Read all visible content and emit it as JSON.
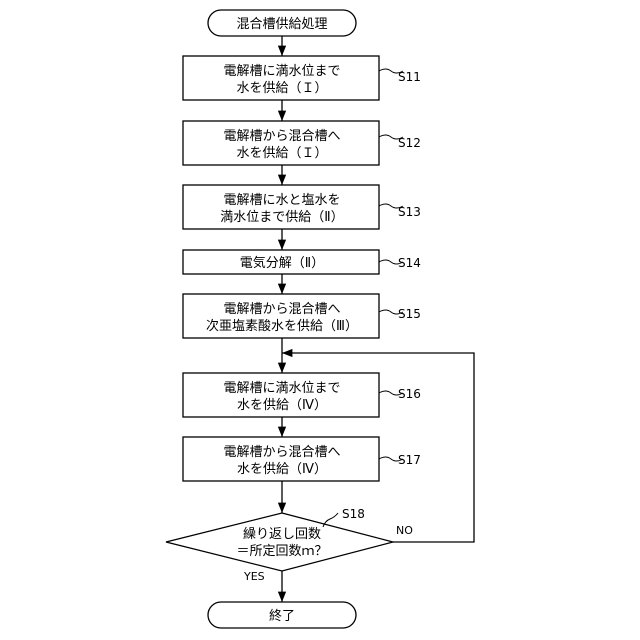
{
  "flowchart": {
    "start": "混合槽供給処理",
    "end": "終了",
    "steps": [
      {
        "id": "S11",
        "line1": "電解槽に満水位まで",
        "line2": "水を供給（Ｉ）"
      },
      {
        "id": "S12",
        "line1": "電解槽から混合槽へ",
        "line2": "水を供給（Ｉ）"
      },
      {
        "id": "S13",
        "line1": "電解槽に水と塩水を",
        "line2": "満水位まで供給（Ⅱ）"
      },
      {
        "id": "S14",
        "line1": "電気分解（Ⅱ）",
        "line2": ""
      },
      {
        "id": "S15",
        "line1": "電解槽から混合槽へ",
        "line2": "次亜塩素酸水を供給（Ⅲ）"
      },
      {
        "id": "S16",
        "line1": "電解槽に満水位まで",
        "line2": "水を供給（Ⅳ）"
      },
      {
        "id": "S17",
        "line1": "電解槽から混合槽へ",
        "line2": "水を供給（Ⅳ）"
      }
    ],
    "decision": {
      "id": "S18",
      "line1": "繰り返し回数",
      "line2": "＝所定回数ｍ？",
      "yes": "YES",
      "no": "NO"
    }
  }
}
